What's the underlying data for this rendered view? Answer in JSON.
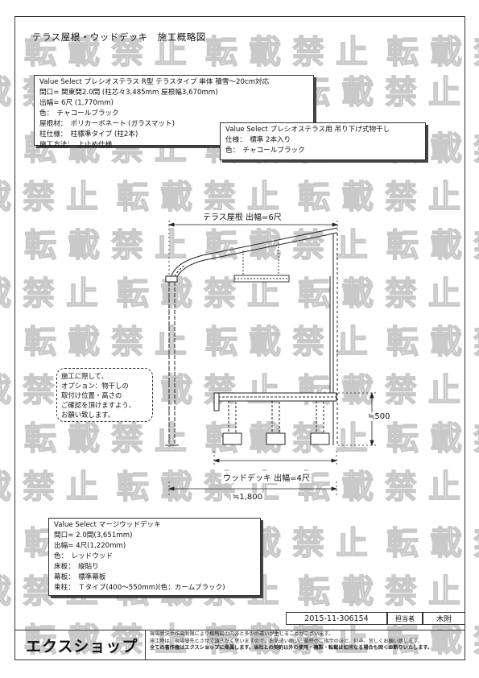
{
  "title": "テラス屋根・ウッドデッキ　施工概略図",
  "watermark_text": "転載禁止",
  "roof_spec": {
    "lines": [
      "Value Select プレシオステラス R型 テラスタイプ 単体 積雪～20cm対応",
      "間口= 関東間2.0間 (柱芯々3,485mm  屋根幅3,670mm)",
      "出幅= 6尺 (1,770mm)",
      "色：　チャコールブラック",
      "屋根材：　ポリカーボネート (ガラスマット)",
      "柱仕様：　柱標準タイプ (柱2本)",
      "施工方法：　上止め仕様"
    ]
  },
  "dryer_spec": {
    "lines": [
      "Value Select プレシオステラス用 吊り下げ式物干し",
      "仕様：　標準 2本入り",
      "色：　チャコールブラック"
    ]
  },
  "deck_spec": {
    "lines": [
      "Value Select マージウッドデッキ",
      "間口= 2.0間(3,651mm)",
      "出幅= 4尺(1,220mm)",
      "色：　レッドウッド",
      "床板：　縦貼り",
      "幕板：　標準幕板",
      "束柱：　Ｔタイプ(400～550mm)(色：カームブラック)"
    ]
  },
  "note": {
    "lines": [
      "施工に際して、",
      "オプション：物干しの",
      "取付け位置・高さの",
      "ご確認を頂けますよう、",
      "お願い致します。"
    ]
  },
  "dimensions": {
    "roof_label": "テラス屋根 出幅=6尺",
    "deck_label": "ウッドデッキ 出幅=4尺",
    "total_label": "≒1,800",
    "height_label": "≒500"
  },
  "footer": {
    "doc_number": "2015-11-306154",
    "staff_label": "担当者",
    "staff_name": "木附",
    "logo": "エクスショップ",
    "disclaimer_lines": [
      "現場状況や作図制限により概略図の内容と多少の違いが生じることがございます。",
      "施工時は、現場優先とさせて頂きたく思いますので、お気遣い願い、最終のご指示のほど、何卒、宜しくお願い致します。",
      "全ての著作権はエクスショップに帰属します。当社との契約以外の使用・複製・転載は如何なる場合も固くお断りいたします。"
    ]
  }
}
